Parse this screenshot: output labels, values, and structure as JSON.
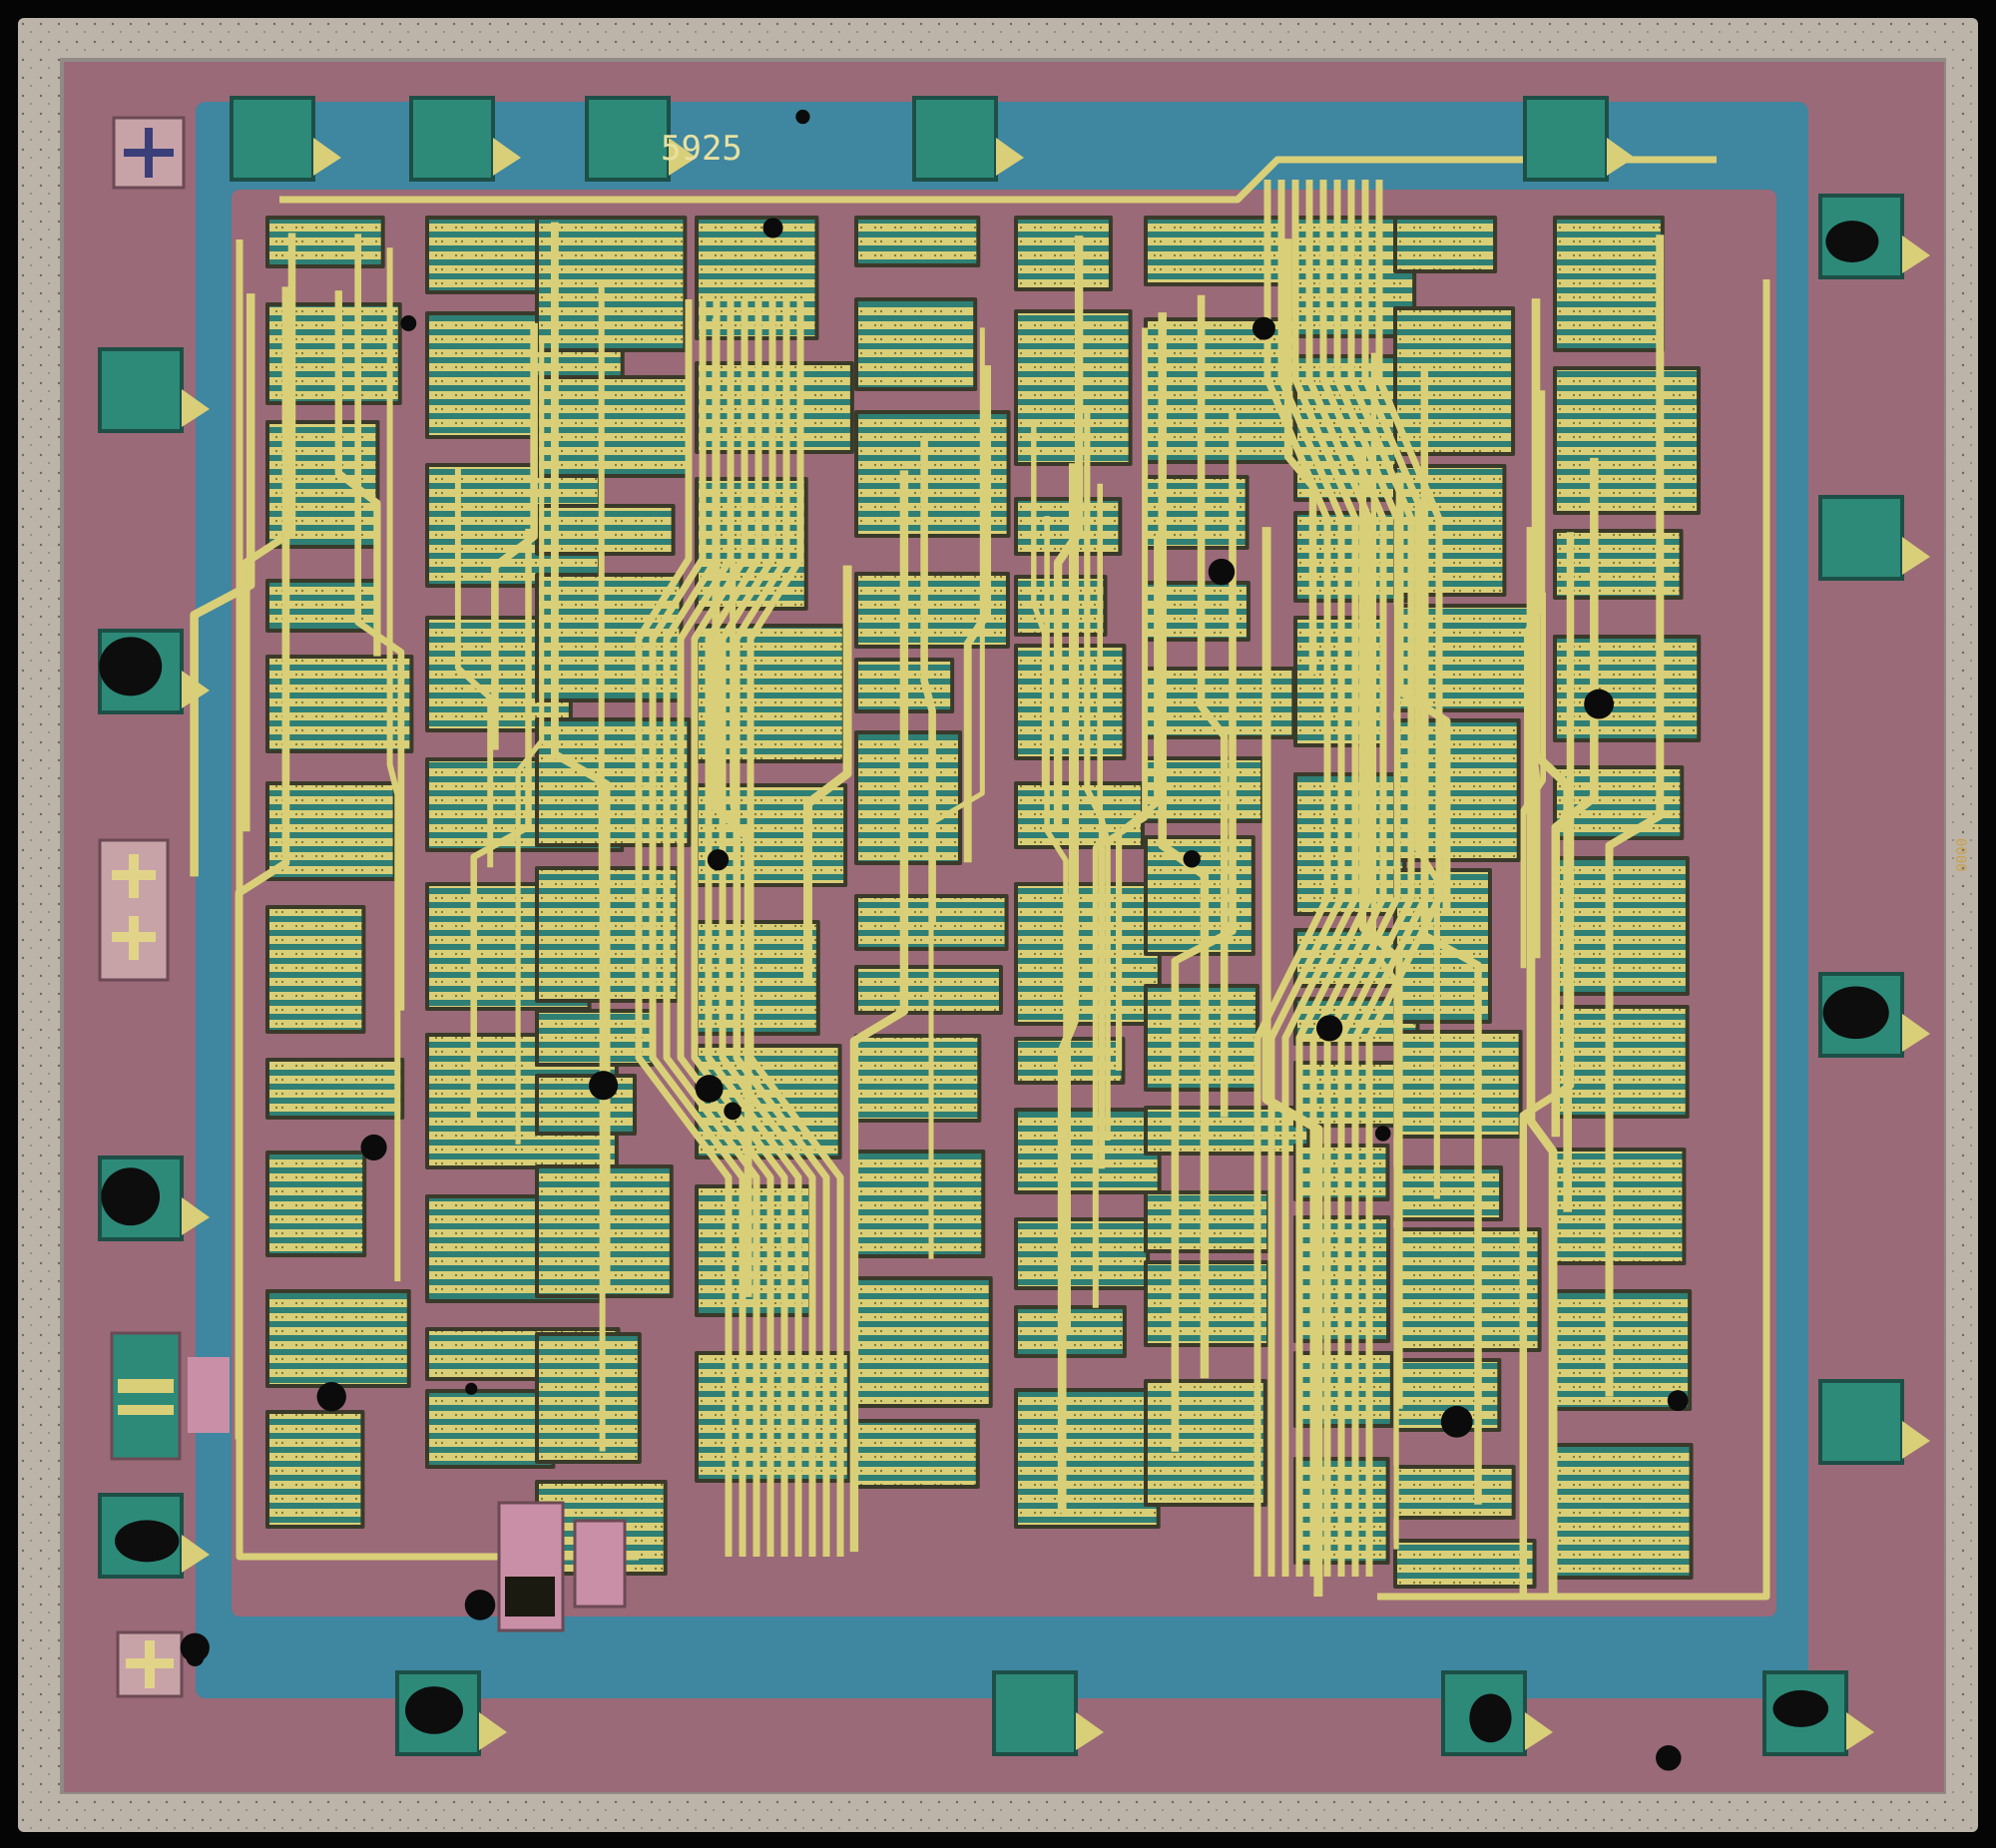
{
  "image": {
    "subject": "integrated-circuit-die",
    "die_marking": "5925",
    "side_marking": "0000",
    "colors": {
      "background": "#050505",
      "frame": "#b9b1a6",
      "frame_inner": "#8f8a86",
      "substrate": "#9a6a78",
      "field": "#3f86a0",
      "metal": "#d9cf78",
      "metal_dark": "#7a7330",
      "pad": "#2d8a78",
      "defect": "#0b0b0b"
    }
  }
}
